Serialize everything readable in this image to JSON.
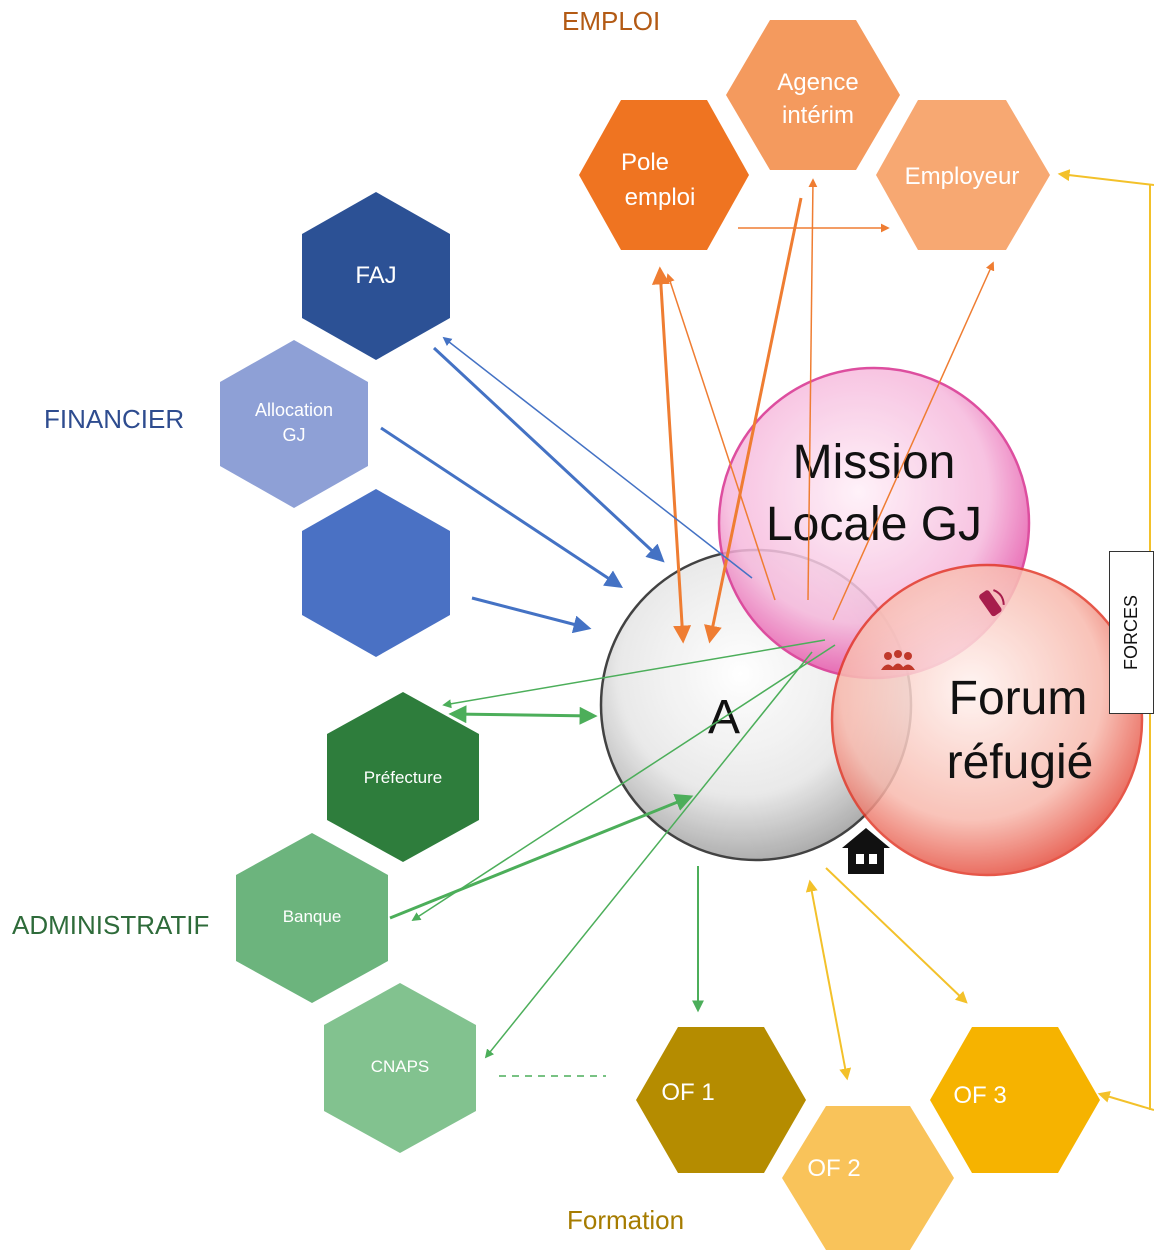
{
  "sections": {
    "emploi": "EMPLOI",
    "financier": "FINANCIER",
    "administratif": "ADMINISTRATIF",
    "formation": "Formation"
  },
  "forces": "FORCES",
  "circles": {
    "mission": [
      "Mission",
      "Locale GJ"
    ],
    "forum": [
      "Forum",
      "réfugié"
    ],
    "a": "A"
  },
  "emploi_nodes": {
    "pole": [
      "Pole",
      "emploi"
    ],
    "agence": [
      "Agence",
      "intérim"
    ],
    "employeur": "Employeur"
  },
  "financier_nodes": {
    "faj": "FAJ",
    "allocation": [
      "Allocation",
      "GJ"
    ],
    "blank": ""
  },
  "admin_nodes": {
    "prefecture": "Préfecture",
    "banque": "Banque",
    "cnaps": "CNAPS"
  },
  "formation_nodes": {
    "of1": "OF 1",
    "of2": "OF 2",
    "of3": "OF 3"
  },
  "colors": {
    "emploi_title": "#b35a14",
    "financier_title": "#2e4c8f",
    "admin_title": "#2e6b3a",
    "formation_title": "#a67c00",
    "pole": "#ef7421",
    "agence": "#f49a5e",
    "employeur": "#f7a872",
    "faj": "#2c5195",
    "allocation": "#8ea0d6",
    "blank": "#4a71c4",
    "prefecture": "#2e7d3c",
    "banque": "#6cb47d",
    "cnaps": "#82c28f",
    "of1": "#b58c00",
    "of2": "#f9c35a",
    "of3": "#f6b300",
    "arrow_orange": "#ef7d32",
    "arrow_blue": "#4472c4",
    "arrow_green": "#4cae5a",
    "arrow_yellow": "#f3c12a"
  }
}
